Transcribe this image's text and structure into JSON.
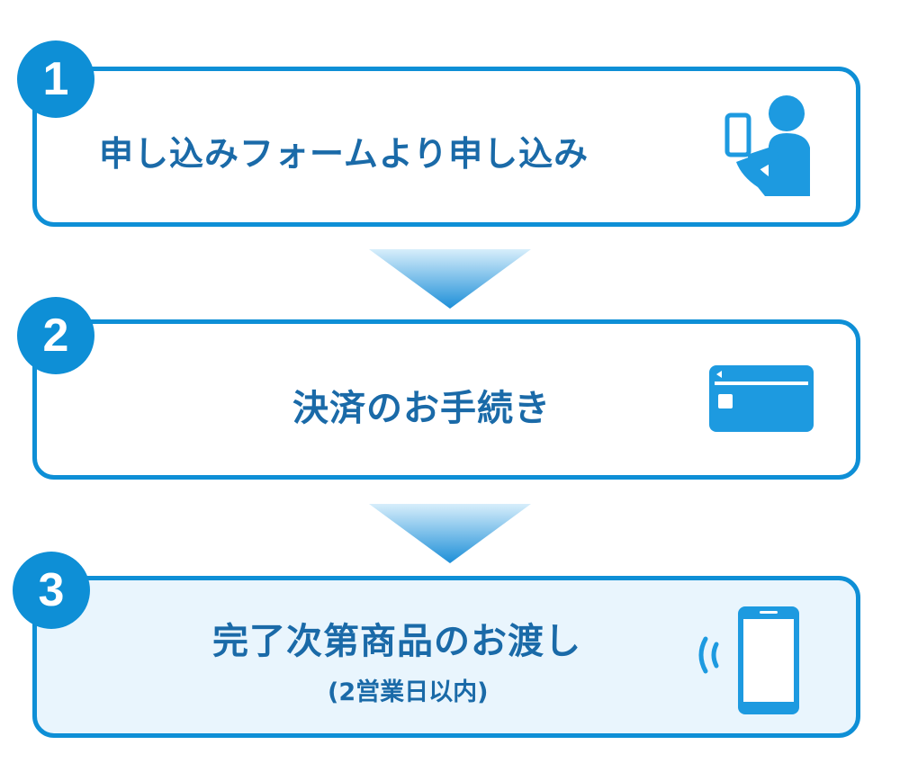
{
  "colors": {
    "accent": "#0e8fd6",
    "text": "#1a6aa8",
    "icon": "#1d9ae0",
    "highlight_bg": "#e9f5fd"
  },
  "steps": [
    {
      "number": "1",
      "label": "申し込みフォームより申し込み",
      "icon": "person-smartphone-icon"
    },
    {
      "number": "2",
      "label": "決済のお手続き",
      "icon": "credit-card-icon"
    },
    {
      "number": "3",
      "label": "完了次第商品のお渡し",
      "sub_label": "(2営業日以内)",
      "icon": "smartphone-signal-icon"
    }
  ]
}
